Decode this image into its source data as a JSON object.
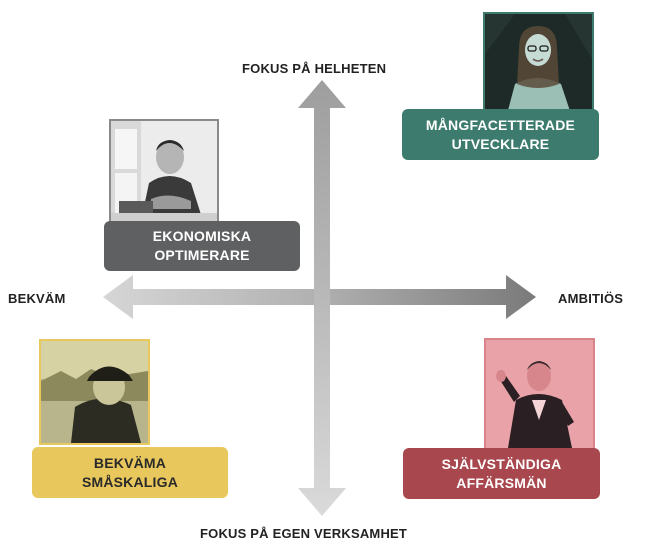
{
  "axes": {
    "top": "FOKUS PÅ HELHETEN",
    "bottom": "FOKUS PÅ EGEN VERKSAMHET",
    "left": "BEKVÄM",
    "right": "AMBITIÖS"
  },
  "segments": {
    "top_left": {
      "line1": "EKONOMISKA",
      "line2": "OPTIMERARE",
      "color": "#5f6062"
    },
    "top_right": {
      "line1": "MÅNGFACETTERADE",
      "line2": "UTVECKLARE",
      "color": "#3c7b6d"
    },
    "bottom_left": {
      "line1": "BEKVÄMA",
      "line2": "SMÅSKALIGA",
      "color": "#e8c75c"
    },
    "bottom_right": {
      "line1": "SJÄLVSTÄNDIGA",
      "line2": "AFFÄRSMÄN",
      "color": "#a8474d"
    }
  },
  "photos": {
    "top_left": "man-at-laptop-photo",
    "top_right": "woman-with-glasses-photo",
    "bottom_left": "man-in-cap-photo",
    "bottom_right": "speaker-on-stage-photo"
  }
}
